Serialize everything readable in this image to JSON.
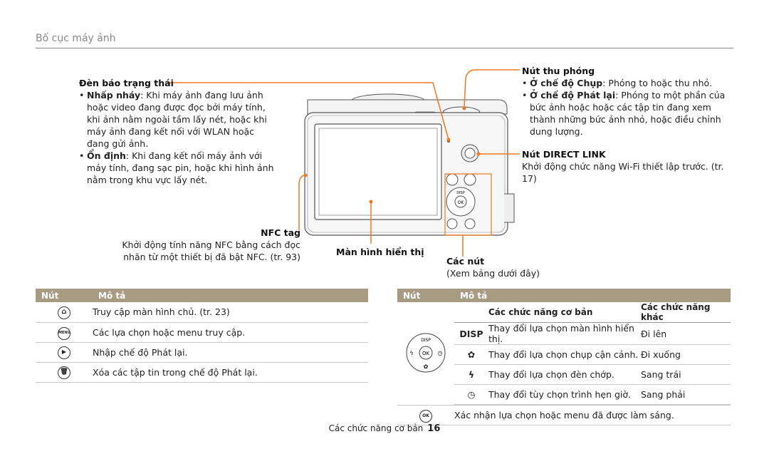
{
  "header": {
    "title": "Bố cục máy ảnh"
  },
  "callouts": {
    "status_lamp": {
      "title": "Đèn báo trạng thái",
      "items": [
        {
          "term": "Nhấp nháy",
          "text": ": Khi máy ảnh đang lưu ảnh hoặc video đang được đọc bởi máy tính, khi ảnh nằm ngoài tầm lấy nét, hoặc khi máy ảnh đang kết nối với WLAN hoặc đang gửi ảnh."
        },
        {
          "term": "Ổn định",
          "text": ": Khi đang kết nối máy ảnh với máy tính, đang sạc pin, hoặc khi hình ảnh nằm trong khu vực lấy nét."
        }
      ]
    },
    "nfc": {
      "title": "NFC tag",
      "desc": "Khởi động tính năng NFC bằng cách đọc nhãn từ một thiết bị đã bật NFC. (tr. 93)"
    },
    "screen": {
      "title": "Màn hình hiển thị"
    },
    "zoom": {
      "title": "Nút thu phóng",
      "items": [
        {
          "term": "Ở chế độ Chụp",
          "text": ": Phóng to hoặc thu nhỏ."
        },
        {
          "term": "Ở chế độ Phát lại",
          "text": ": Phóng to một phần của bức ảnh hoặc hoặc các tập tin đang xem thành những bức ảnh nhỏ, hoặc điều chỉnh dung lượng."
        }
      ]
    },
    "direct_link": {
      "title": "Nút DIRECT LINK",
      "desc": "Khởi động chức năng Wi-Fi thiết lập trước. (tr. 17)"
    },
    "buttons": {
      "title": "Các nút",
      "desc": "(Xem bảng dưới đây)"
    }
  },
  "left_table": {
    "headers": [
      "Nút",
      "Mô tả"
    ],
    "rows": [
      {
        "icon": "home-icon",
        "desc": "Truy cập màn hình chủ. (tr. 23)"
      },
      {
        "icon": "menu-icon",
        "icon_text": "MENU",
        "desc": "Các lựa chọn hoặc menu truy cập."
      },
      {
        "icon": "playback-icon",
        "desc": "Nhập chế độ Phát lại."
      },
      {
        "icon": "delete-icon",
        "desc": "Xóa các tập tin trong chế độ Phát lại."
      }
    ]
  },
  "right_table": {
    "headers": [
      "Nút",
      "Mô tả"
    ],
    "sub_headers": [
      "Các chức năng cơ bản",
      "Các chức năng khác"
    ],
    "dial_labels": {
      "disp": "DISP",
      "ok": "OK"
    },
    "sub_rows": [
      {
        "icon": "disp-icon",
        "icon_text": "DISP",
        "basic": "Thay đổi lựa chọn màn hình hiển thị.",
        "other": "Đi lên"
      },
      {
        "icon": "macro-icon",
        "icon_text": "✿",
        "basic": "Thay đổi lựa chọn chụp cận cảnh.",
        "other": "Đi xuống"
      },
      {
        "icon": "flash-icon",
        "icon_text": "ϟ",
        "basic": "Thay đổi lựa chọn đèn chớp.",
        "other": "Sang trái"
      },
      {
        "icon": "timer-icon",
        "icon_text": "◷",
        "basic": "Thay đổi tùy chọn trình hẹn giờ.",
        "other": "Sang phải"
      }
    ],
    "ok_row": {
      "icon": "ok-icon",
      "icon_text": "OK",
      "desc": "Xác nhận lựa chọn hoặc menu đã được làm sáng."
    }
  },
  "footer": {
    "text": "Các chức năng cơ bản",
    "page": "16"
  },
  "colors": {
    "accent_line": "#f07820",
    "table_header": "#a89b84"
  }
}
